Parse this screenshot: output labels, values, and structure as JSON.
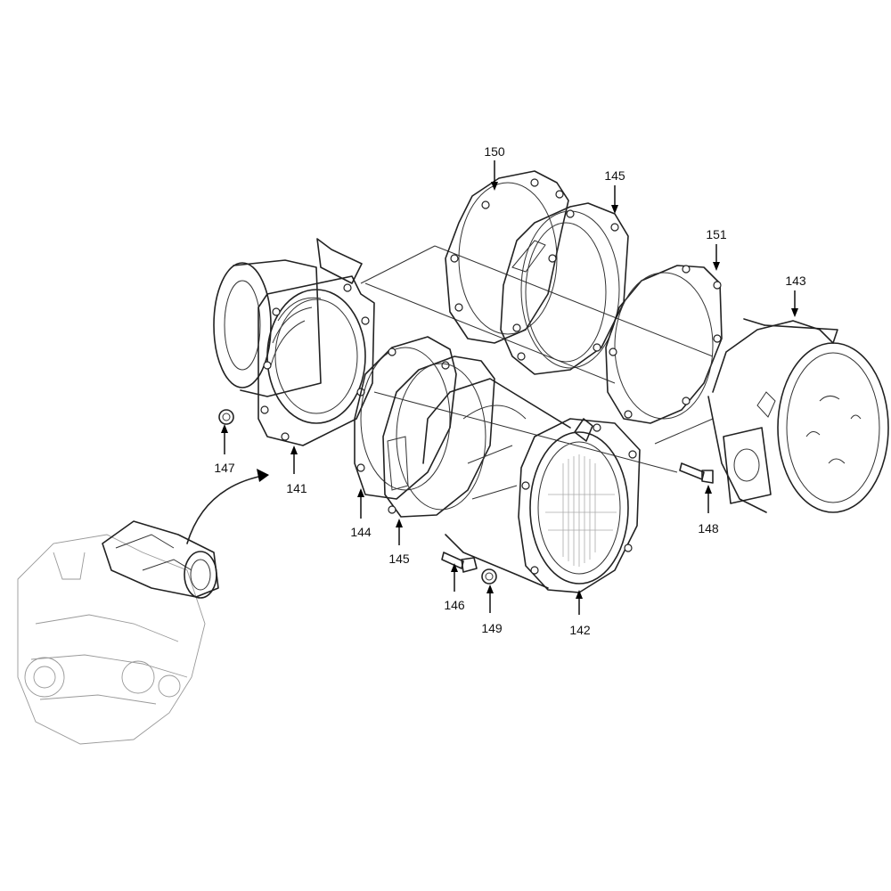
{
  "callouts": [
    {
      "id": "150",
      "label": "150"
    },
    {
      "id": "145a",
      "label": "145"
    },
    {
      "id": "151",
      "label": "151"
    },
    {
      "id": "143",
      "label": "143"
    },
    {
      "id": "147",
      "label": "147"
    },
    {
      "id": "141",
      "label": "141"
    },
    {
      "id": "144",
      "label": "144"
    },
    {
      "id": "145b",
      "label": "145"
    },
    {
      "id": "146",
      "label": "146"
    },
    {
      "id": "149",
      "label": "149"
    },
    {
      "id": "142",
      "label": "142"
    },
    {
      "id": "148",
      "label": "148"
    }
  ],
  "colors": {
    "line": "#222222",
    "background": "#ffffff",
    "ghost": "#999999"
  }
}
